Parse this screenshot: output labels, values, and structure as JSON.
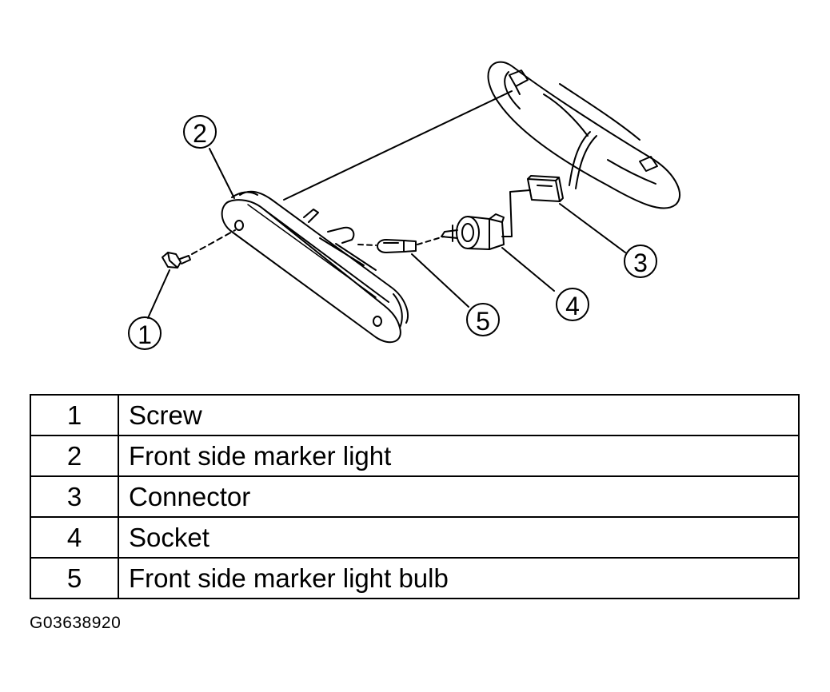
{
  "callouts": [
    "1",
    "2",
    "3",
    "4",
    "5"
  ],
  "parts": [
    {
      "number": "1",
      "description": "Screw"
    },
    {
      "number": "2",
      "description": "Front side marker light"
    },
    {
      "number": "3",
      "description": "Connector"
    },
    {
      "number": "4",
      "description": "Socket"
    },
    {
      "number": "5",
      "description": "Front side marker light bulb"
    }
  ],
  "figure_id": "G03638920"
}
